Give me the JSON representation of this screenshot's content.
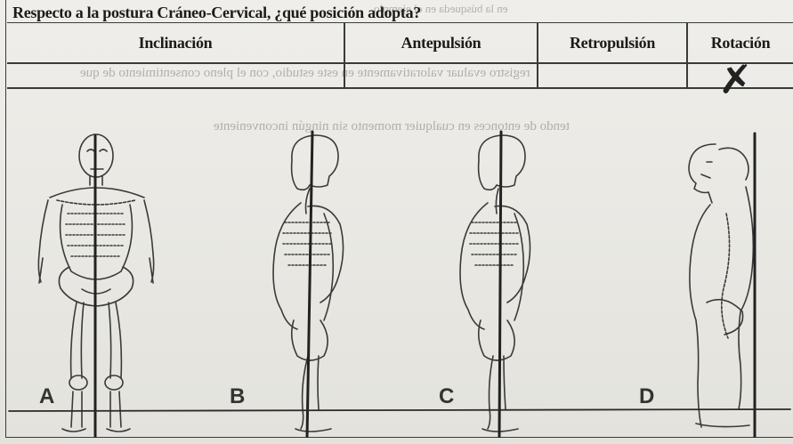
{
  "question": "Respecto a la postura Cráneo-Cervical, ¿qué posición adopta?",
  "options": [
    {
      "label": "Inclinación",
      "selected": false
    },
    {
      "label": "Antepulsión",
      "selected": false
    },
    {
      "label": "Retropulsión",
      "selected": false
    },
    {
      "label": "Rotación",
      "selected": true
    }
  ],
  "selection_mark": "✗",
  "bleed_through": [
    "en la búsqueda en el ejemplo",
    "registro evaluar valorativamente en este estudio, con el pleno consentimiento de que",
    "tendo de entonces en cualquier momento sin ningún inconveniente"
  ],
  "figures": [
    {
      "label": "A",
      "view": "frontal skeleton with plumb line"
    },
    {
      "label": "B",
      "view": "lateral skeleton with plumb line"
    },
    {
      "label": "C",
      "view": "lateral skeleton with plumb line"
    },
    {
      "label": "D",
      "view": "lateral outline with plumb line"
    }
  ]
}
